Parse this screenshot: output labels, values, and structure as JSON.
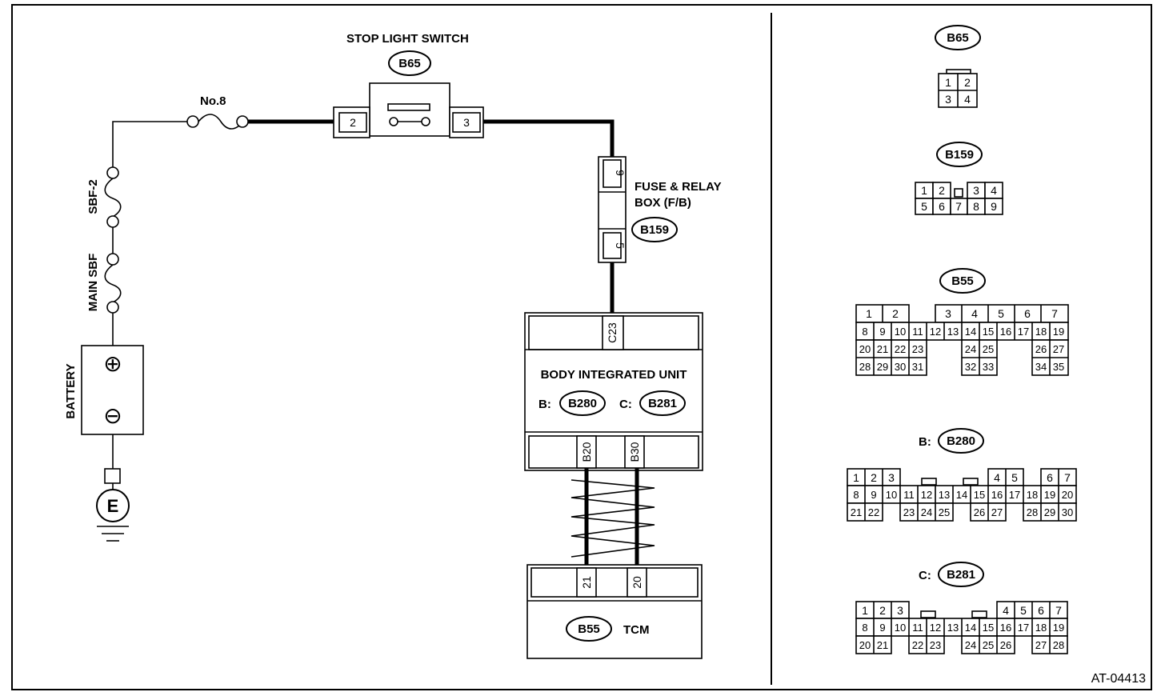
{
  "circuit": {
    "stop_light_switch": "STOP LIGHT SWITCH",
    "fuse_no8": "No.8",
    "sbf2": "SBF-2",
    "main_sbf": "MAIN SBF",
    "battery": "BATTERY",
    "ground": "E",
    "plus_symbol": "⊕",
    "minus_symbol": "⊖",
    "fuse_box_line1": "FUSE & RELAY",
    "fuse_box_line2": "BOX (F/B)",
    "biu": "BODY INTEGRATED UNIT",
    "biu_b_prefix": "B:",
    "biu_c_prefix": "C:",
    "tcm": "TCM",
    "pin_sw_in": "2",
    "pin_sw_out": "3",
    "pin_fb_top": "9",
    "pin_fb_bot": "5",
    "pin_c23": "C23",
    "pin_b20": "B20",
    "pin_b30": "B30",
    "pin_tcm21": "21",
    "pin_tcm20": "20"
  },
  "connectors": {
    "b65": "B65",
    "b159": "B159",
    "b55": "B55",
    "b280": "B280",
    "b281": "B281",
    "b280_prefix": "B:",
    "b281_prefix": "C:"
  },
  "connector_pins": {
    "b65": [
      "1",
      "2",
      "3",
      "4"
    ],
    "b159": [
      "1",
      "2",
      "3",
      "4",
      "5",
      "6",
      "7",
      "8",
      "9"
    ],
    "b55": [
      "1",
      "2",
      "3",
      "4",
      "5",
      "6",
      "7",
      "8",
      "9",
      "10",
      "11",
      "12",
      "13",
      "14",
      "15",
      "16",
      "17",
      "18",
      "19",
      "20",
      "21",
      "22",
      "23",
      "24",
      "25",
      "26",
      "27",
      "28",
      "29",
      "30",
      "31",
      "32",
      "33",
      "34",
      "35"
    ],
    "b280": [
      "1",
      "2",
      "3",
      "4",
      "5",
      "6",
      "7",
      "8",
      "9",
      "10",
      "11",
      "12",
      "13",
      "14",
      "15",
      "16",
      "17",
      "18",
      "19",
      "20",
      "21",
      "22",
      "23",
      "24",
      "25",
      "26",
      "27",
      "28",
      "29",
      "30"
    ],
    "b281": [
      "1",
      "2",
      "3",
      "4",
      "5",
      "6",
      "7",
      "8",
      "9",
      "10",
      "11",
      "12",
      "13",
      "14",
      "15",
      "16",
      "17",
      "18",
      "19",
      "20",
      "21",
      "22",
      "23",
      "24",
      "25",
      "26",
      "27",
      "28"
    ]
  },
  "figure_id": "AT-04413"
}
